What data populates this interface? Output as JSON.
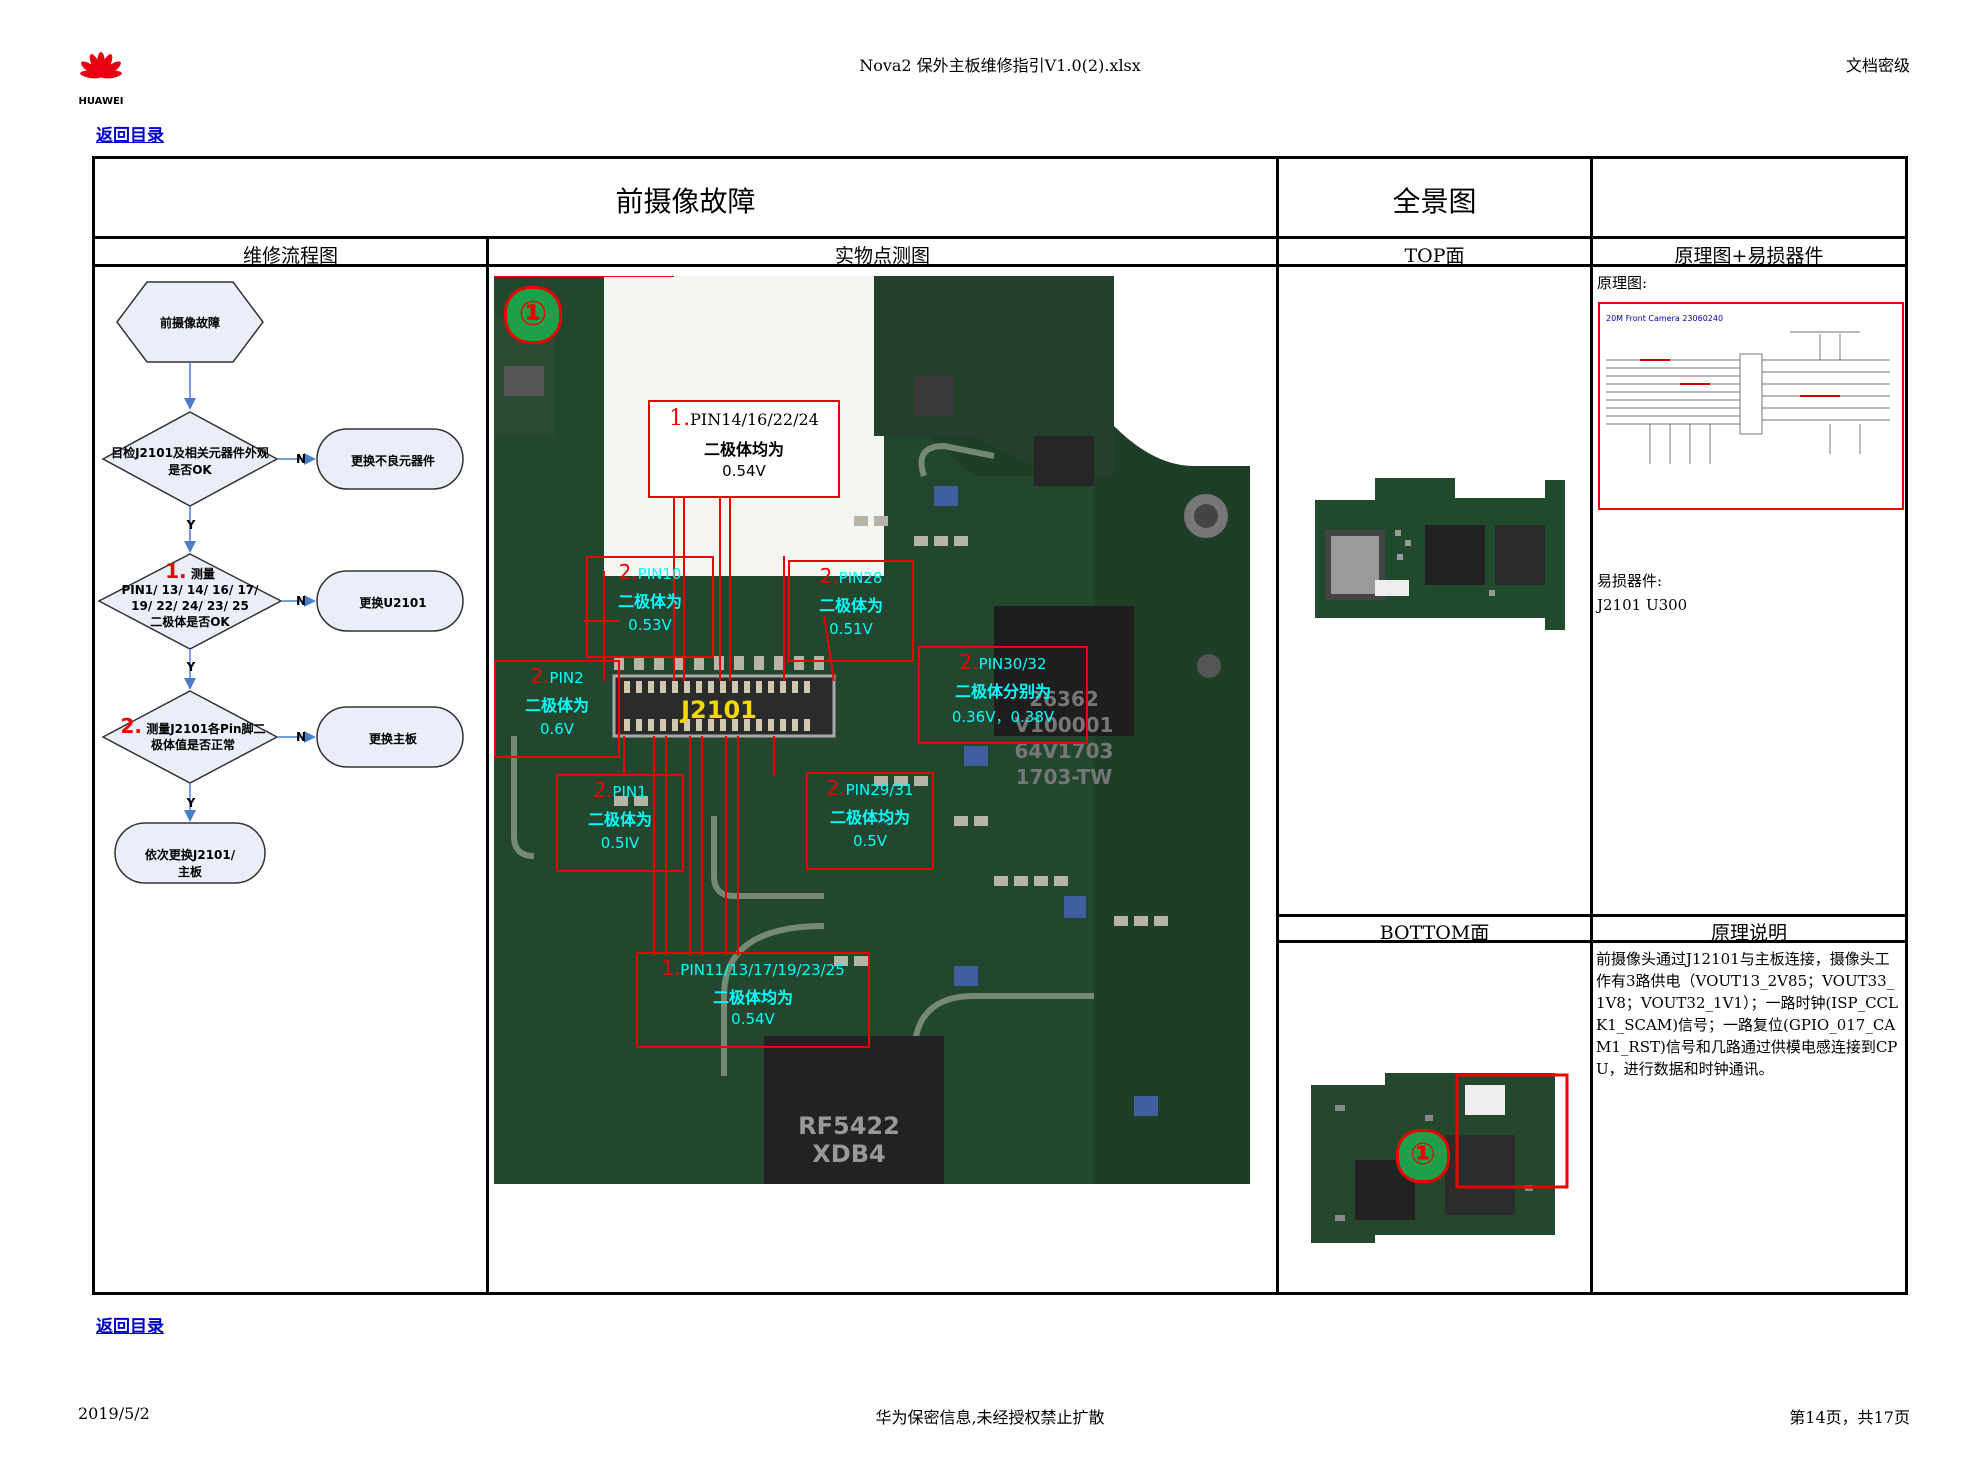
{
  "header": {
    "brand": "HUAWEI",
    "file_title": "Nova2 保外主板维修指引V1.0(2).xlsx",
    "confidentiality": "文档密级",
    "back_link": "返回目录"
  },
  "table": {
    "title": "前摄像故障",
    "panorama_title": "全景图",
    "col_flow": "维修流程图",
    "col_points": "实物点测图",
    "col_top": "TOP面",
    "col_schematic": "原理图+易损器件",
    "col_bottom": "BOTTOM面",
    "col_principle": "原理说明"
  },
  "flow": {
    "start": "前摄像故障",
    "step1_prefix": "",
    "step1": "目检J2101及相关元器件外观是否OK",
    "step1_n": "更换不良元器件",
    "step2_num": "1.",
    "step2_a": "测量",
    "step2_b": "PIN1/ 13/ 14/ 16/ 17/ 19/ 22/ 24/ 23/ 25",
    "step2_c": "二极体是否OK",
    "step2_n": "更换U2101",
    "step3_num": "2.",
    "step3": "测量J2101各Pin脚二极体值是否正常",
    "step3_n": "更换主板",
    "end": "依次更换J2101/主板",
    "y": "Y",
    "n": "N"
  },
  "points": {
    "circle": "①",
    "j2101": "J2101",
    "b1": {
      "num": "1.",
      "pin": "PIN14/16/22/24",
      "t": "二极体均为",
      "v": "0.54V"
    },
    "b2": {
      "num": "2.",
      "pin": "PIN10",
      "t": "二极体为",
      "v": "0.53V"
    },
    "b3": {
      "num": "2.",
      "pin": "PIN28",
      "t": "二极体为",
      "v": "0.51V"
    },
    "b4": {
      "num": "2.",
      "pin": "PIN2",
      "t": "二极体为",
      "v": "0.6V"
    },
    "b5": {
      "num": "2.",
      "pin": "PIN30/32",
      "t": "二极体分别为",
      "v": "0.36V，0.38V"
    },
    "b6": {
      "num": "2.",
      "pin": "PIN1",
      "t": "二极体为",
      "v": "0.5IV"
    },
    "b7": {
      "num": "2.",
      "pin": "PIN29/31",
      "t": "二极体均为",
      "v": "0.5V"
    },
    "b8": {
      "num": "1.",
      "pin": "PIN11/13/17/19/23/25",
      "t": "二极体均为",
      "v": "0.54V"
    },
    "chip1": "RF5422 XDB4",
    "chip2": "26362 V100001 64V1703 1703-TW"
  },
  "schematic": {
    "label": "原理图:",
    "caption": "20M Front Camera 23060240",
    "wear_label": "易损器件:",
    "wear_parts": "J2101 U300"
  },
  "principle": {
    "text": "前摄像头通过J12101与主板连接，摄像头工作有3路供电（VOUT13_2V85；VOUT33_1V8；VOUT32_1V1）；一路时钟(ISP_CCLK1_SCAM)信号；一路复位(GPIO_017_CAM1_RST)信号和几路通过供模电感连接到CPU，进行数据和时钟通讯。"
  },
  "bottom_marker": "①",
  "footer": {
    "date": "2019/5/2",
    "notice": "华为保密信息,未经授权禁止扩散",
    "page": "第14页，共17页"
  }
}
